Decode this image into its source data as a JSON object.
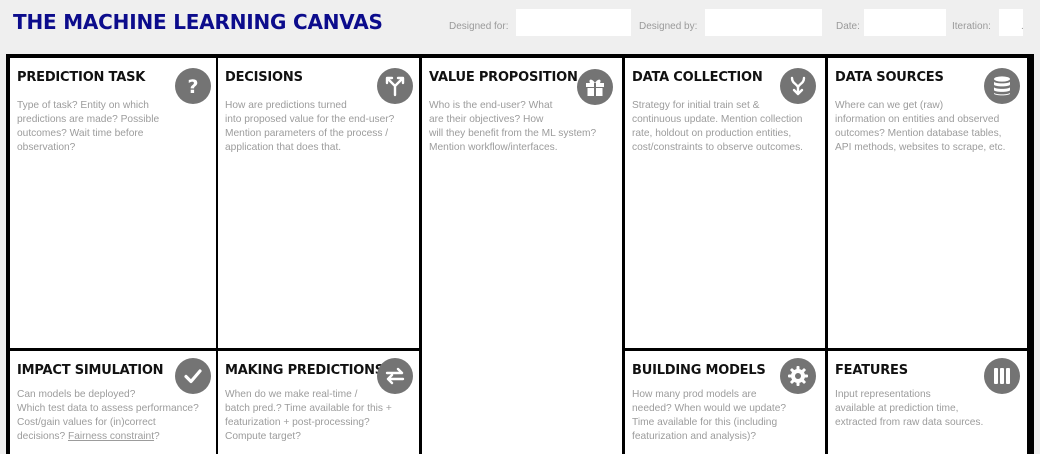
{
  "header": {
    "title": "THE MACHINE LEARNING CANVAS",
    "designed_for_label": "Designed for:",
    "designed_for_value": "",
    "designed_by_label": "Designed by:",
    "designed_by_value": "",
    "date_label": "Date:",
    "date_value": "",
    "iteration_label": "Iteration:",
    "iteration_value": "",
    "iteration_suffix": "."
  },
  "cells": {
    "prediction_task": {
      "title": "PREDICTION TASK",
      "icon": "question-icon",
      "description": "Type of task? Entity on which\npredictions are made? Possible\noutcomes? Wait time before\nobservation?"
    },
    "decisions": {
      "title": "DECISIONS",
      "icon": "fork-icon",
      "description": "How are predictions turned\ninto proposed value for the end-user?\nMention parameters of the process /\napplication that does that."
    },
    "value_proposition": {
      "title": "VALUE PROPOSITION",
      "icon": "gift-icon",
      "description": "Who is the end-user? What\nare their objectives? How\nwill they benefit from the ML system?\nMention workflow/interfaces."
    },
    "data_collection": {
      "title": "DATA COLLECTION",
      "icon": "merge-arrow-icon",
      "description": "Strategy for initial train set &\ncontinuous update. Mention collection\nrate, holdout on production entities,\ncost/constraints to observe outcomes."
    },
    "data_sources": {
      "title": "DATA SOURCES",
      "icon": "database-icon",
      "description": "Where can we get (raw)\ninformation on entities and observed\noutcomes? Mention database tables,\nAPI methods, websites to scrape, etc."
    },
    "impact_simulation": {
      "title": "IMPACT SIMULATION",
      "icon": "checkmark-icon",
      "description_main": "Can models be deployed?\nWhich test data to assess performance?\nCost/gain values for (in)correct\ndecisions? ",
      "link": "Fairness constraint",
      "description_end": "?"
    },
    "making_predictions": {
      "title": "MAKING PREDICTIONS",
      "icon": "swap-arrows-icon",
      "description": "When do we make real-time /\nbatch pred.? Time available for this +\nfeaturization + post-processing?\nCompute target?"
    },
    "building_models": {
      "title": "BUILDING MODELS",
      "icon": "gear-icon",
      "description": "How many prod models are\nneeded? When would we update?\nTime available for this (including\nfeaturization and analysis)?"
    },
    "features": {
      "title": "FEATURES",
      "icon": "columns-icon",
      "description": "Input representations\navailable at prediction time,\nextracted from raw data sources."
    }
  },
  "colors": {
    "title": "#0c0c8c",
    "icon_bg": "#747474",
    "description_text": "#9c9c9c"
  }
}
